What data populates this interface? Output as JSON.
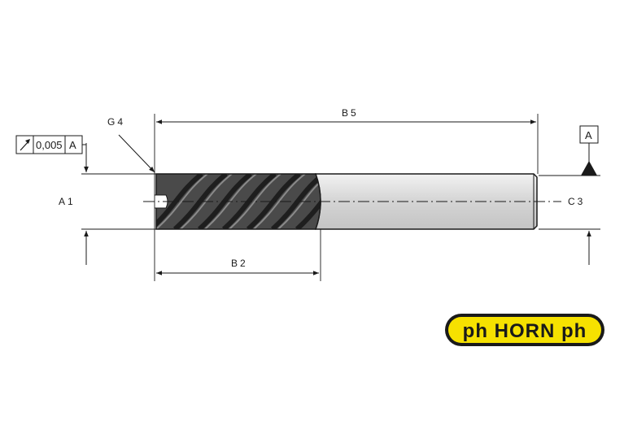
{
  "dimensions": {
    "b5": "B5",
    "g4": "G4",
    "a1": "A1",
    "c3": "C3",
    "b2": "B2"
  },
  "tolerance_frame": {
    "symbol": "runout-arrow-icon",
    "value": "0,005",
    "datum_ref": "A"
  },
  "datum": {
    "label": "A"
  },
  "logo": {
    "text": "ph HORN ph",
    "fill": "#f6e100",
    "outline": "#1a1a1a"
  },
  "colors": {
    "line": "#1a1a1a",
    "flute_body": "#5a5a5a",
    "flute_shadow": "#2e2e2e",
    "shank": "#dcdcdc"
  }
}
